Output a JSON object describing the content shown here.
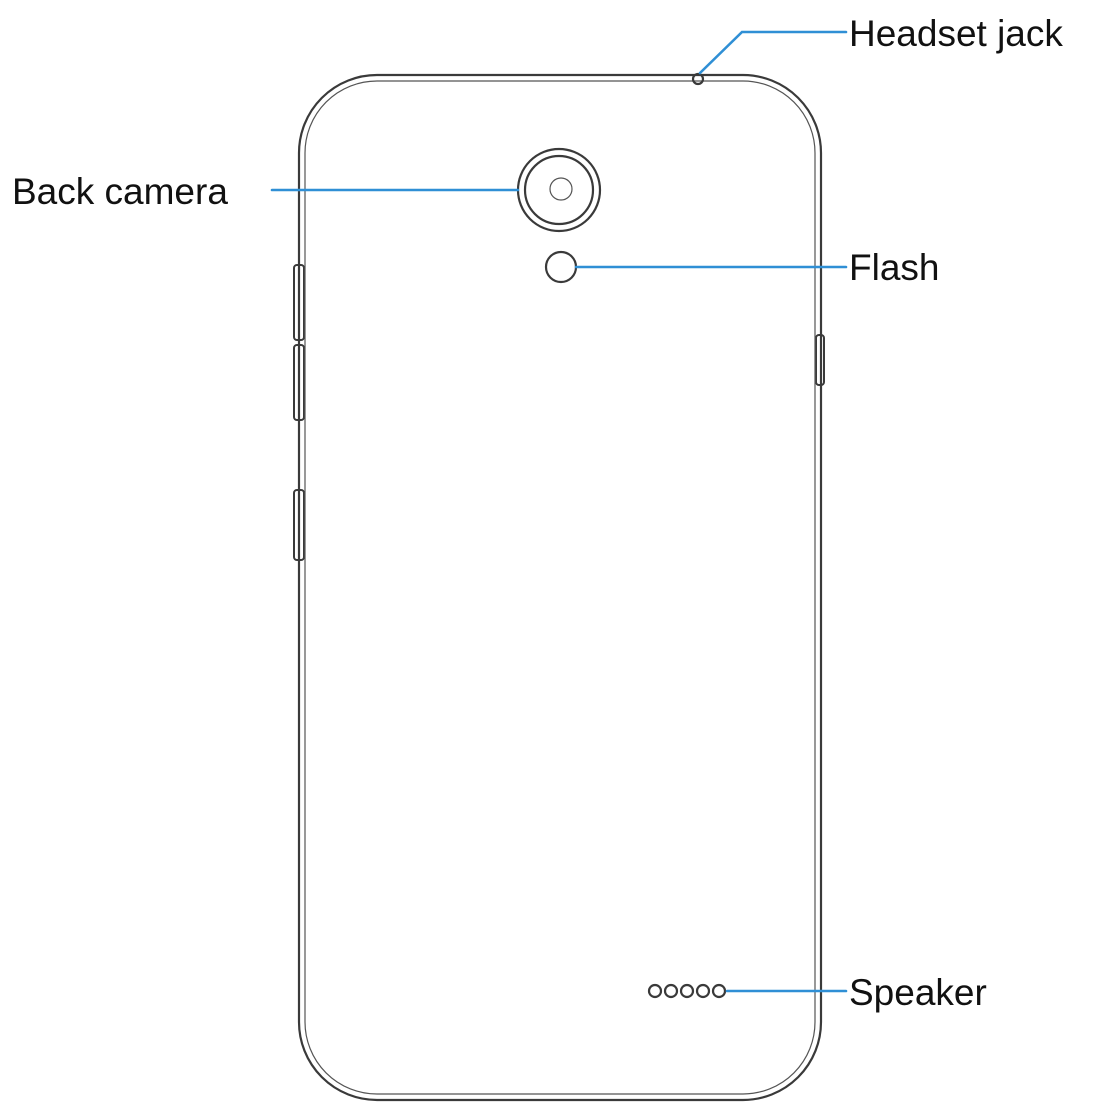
{
  "callouts": {
    "headset_jack": "Headset jack",
    "back_camera": "Back camera",
    "flash": "Flash",
    "speaker": "Speaker"
  },
  "colors": {
    "leader_line": "#2f8fd5",
    "outline": "#3a3a3a"
  }
}
